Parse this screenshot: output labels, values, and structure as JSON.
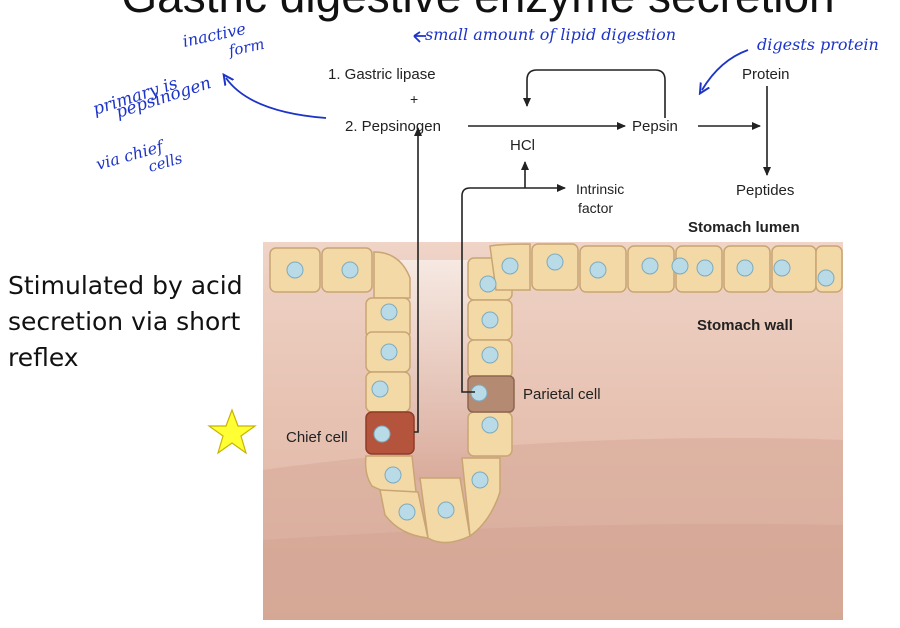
{
  "slide": {
    "title": "Gastric digestive enzyme secretion",
    "side_note": "Stimulated by acid secretion via short reflex"
  },
  "diagram": {
    "enzyme_1": "1. Gastric lipase",
    "plus": "+",
    "enzyme_2": "2. Pepsinogen",
    "hcl": "HCl",
    "pepsin": "Pepsin",
    "protein": "Protein",
    "peptides": "Peptides",
    "intrinsic_factor_line1": "Intrinsic",
    "intrinsic_factor_line2": "factor",
    "stomach_lumen": "Stomach lumen",
    "stomach_wall": "Stomach wall",
    "parietal_cell": "Parietal cell",
    "chief_cell": "Chief cell"
  },
  "annotations": {
    "small_lipid": "small amount of lipid digestion",
    "digests_protein": "digests protein",
    "inactive_form_1": "inactive",
    "inactive_form_2": "form",
    "primary_1": "primary is",
    "primary_2": "pepsinogen",
    "via_chief_1": "via chief",
    "via_chief_2": "cells"
  },
  "colors": {
    "cell_fill": "#f3d9a6",
    "cell_stroke": "#c9a573",
    "chief_cell": "#b5543c",
    "parietal_cell": "#b58a72",
    "nucleus": "#b9dbe7",
    "wall": "#e7c3b4",
    "ink": "#1d34c8",
    "star": "#ffff33"
  }
}
